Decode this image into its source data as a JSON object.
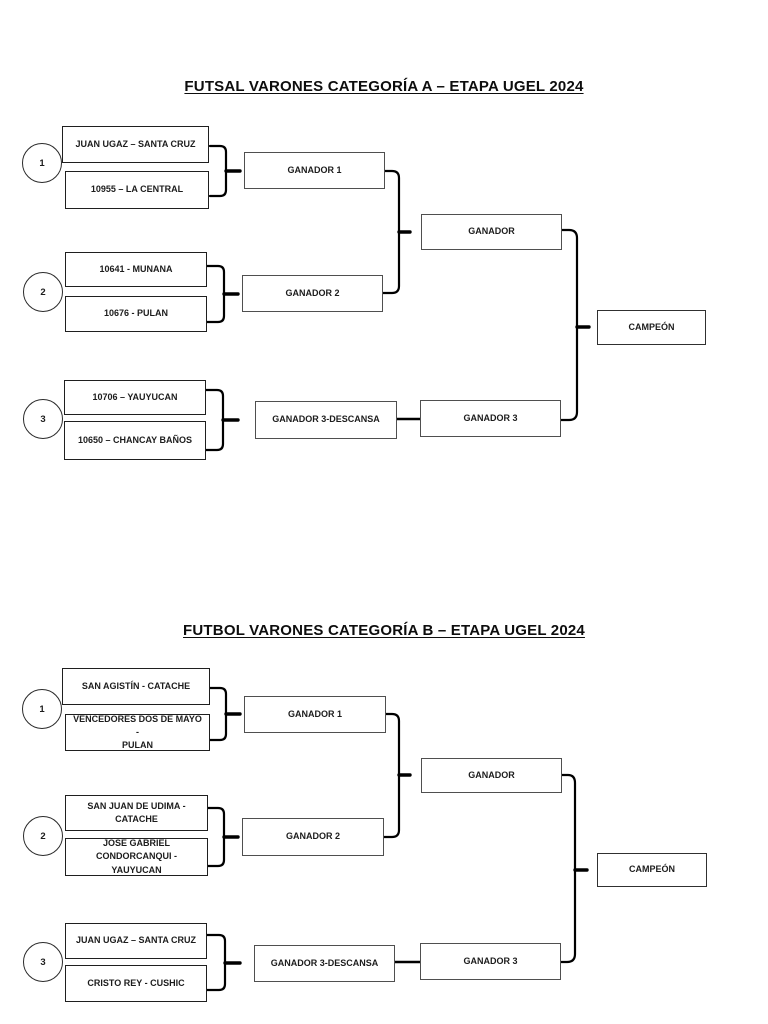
{
  "brackets": [
    {
      "title": "FUTSAL VARONES CATEGORÍA A – ETAPA UGEL 2024",
      "groups": [
        {
          "seed": "1",
          "team_top": "JUAN UGAZ – SANTA CRUZ",
          "team_bottom": "10955 – LA CENTRAL",
          "winner": "GANADOR 1"
        },
        {
          "seed": "2",
          "team_top": "10641 - MUNANA",
          "team_bottom": "10676 - PULAN",
          "winner": "GANADOR 2"
        },
        {
          "seed": "3",
          "team_top": "10706 – YAUYUCAN",
          "team_bottom": "10650 – CHANCAY BAÑOS",
          "winner": "GANADOR 3-DESCANSA"
        }
      ],
      "semifinal_winner": "GANADOR",
      "third_match_winner": "GANADOR 3",
      "champion": "CAMPEÓN"
    },
    {
      "title": "FUTBOL VARONES CATEGORÍA B – ETAPA UGEL 2024",
      "groups": [
        {
          "seed": "1",
          "team_top": "SAN AGISTÍN - CATACHE",
          "team_bottom": "VENCEDORES DOS DE MAYO -\nPULAN",
          "winner": "GANADOR 1"
        },
        {
          "seed": "2",
          "team_top": "SAN JUAN DE UDIMA -\nCATACHE",
          "team_bottom": "JOSE GABRIEL\nCONDORCANQUI - YAUYUCAN",
          "winner": "GANADOR 2"
        },
        {
          "seed": "3",
          "team_top": "JUAN UGAZ – SANTA CRUZ",
          "team_bottom": "CRISTO REY - CUSHIC",
          "winner": "GANADOR 3-DESCANSA"
        }
      ],
      "semifinal_winner": "GANADOR",
      "third_match_winner": "GANADOR 3",
      "champion": "CAMPEÓN"
    }
  ]
}
